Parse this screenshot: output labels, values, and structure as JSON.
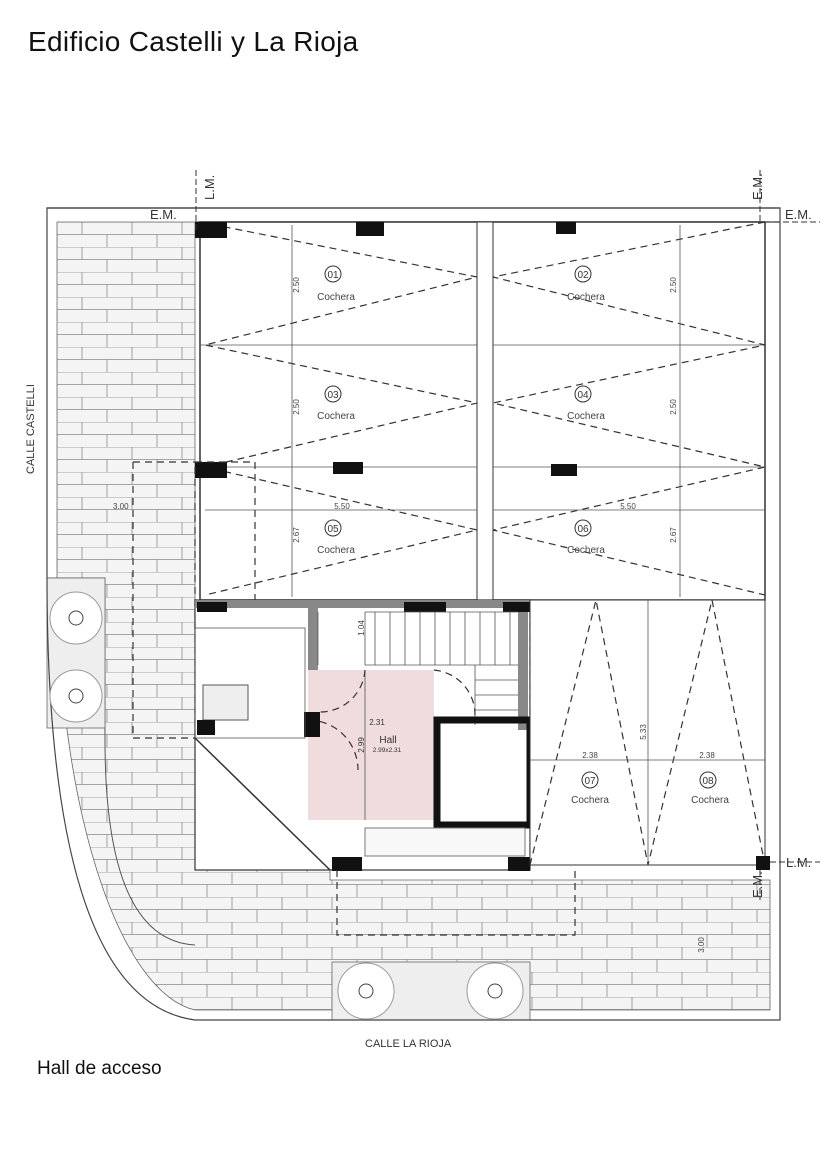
{
  "title": "Edificio Castelli y La Rioja",
  "caption": "Hall de acceso",
  "streets": {
    "left": "CALLE CASTELLI",
    "bottom": "CALLE LA RIOJA"
  },
  "markers": {
    "lm": "L.M.",
    "em": "E.M."
  },
  "garages": [
    {
      "num": "01",
      "label": "Cochera",
      "dim": "2.50"
    },
    {
      "num": "02",
      "label": "Cochera",
      "dim": "2.50"
    },
    {
      "num": "03",
      "label": "Cochera",
      "dim": "2.50"
    },
    {
      "num": "04",
      "label": "Cochera",
      "dim": "2.50"
    },
    {
      "num": "05",
      "label": "Cochera",
      "dim": "2.67",
      "length": "5.50"
    },
    {
      "num": "06",
      "label": "Cochera",
      "dim": "2.67",
      "length": "5.50"
    },
    {
      "num": "07",
      "label": "Cochera",
      "dim": "2.38"
    },
    {
      "num": "08",
      "label": "Cochera",
      "dim": "2.38"
    }
  ],
  "dims": {
    "sidewalk_left": "3.00",
    "sidewalk_bottom": "3.00",
    "stair": "1.04",
    "garage_depth": "5.33"
  },
  "hall": {
    "label": "Hall",
    "size": "2.99x2.31",
    "width": "2.31",
    "depth": "2.99",
    "fill": "#f0dcdc"
  }
}
